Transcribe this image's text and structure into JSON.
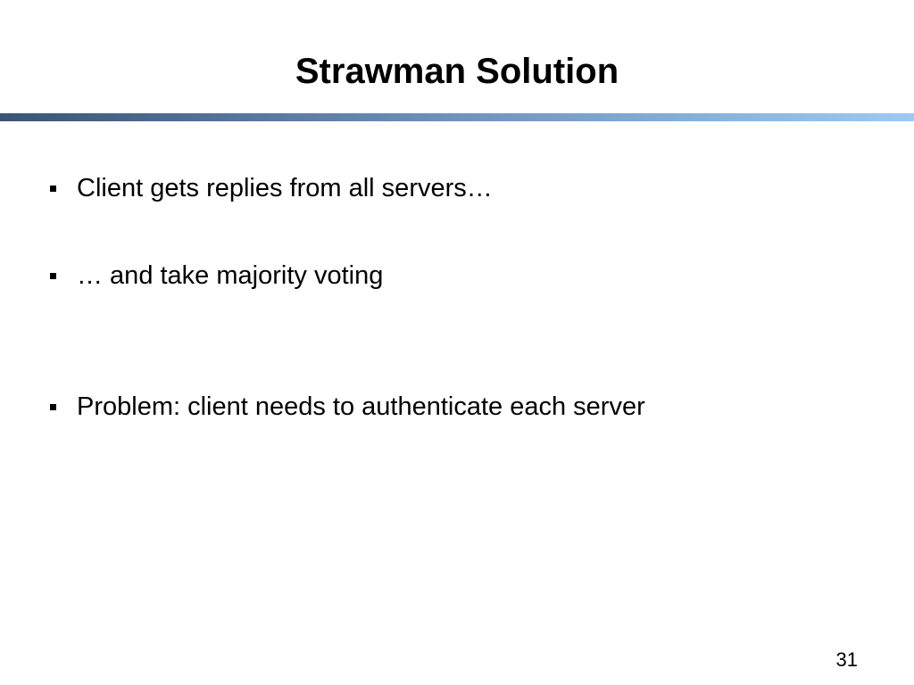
{
  "slide": {
    "title": "Strawman Solution",
    "bullets": [
      "Client gets replies from all servers…",
      "… and take majority voting",
      "Problem: client needs to authenticate each server"
    ],
    "page_number": "31"
  }
}
